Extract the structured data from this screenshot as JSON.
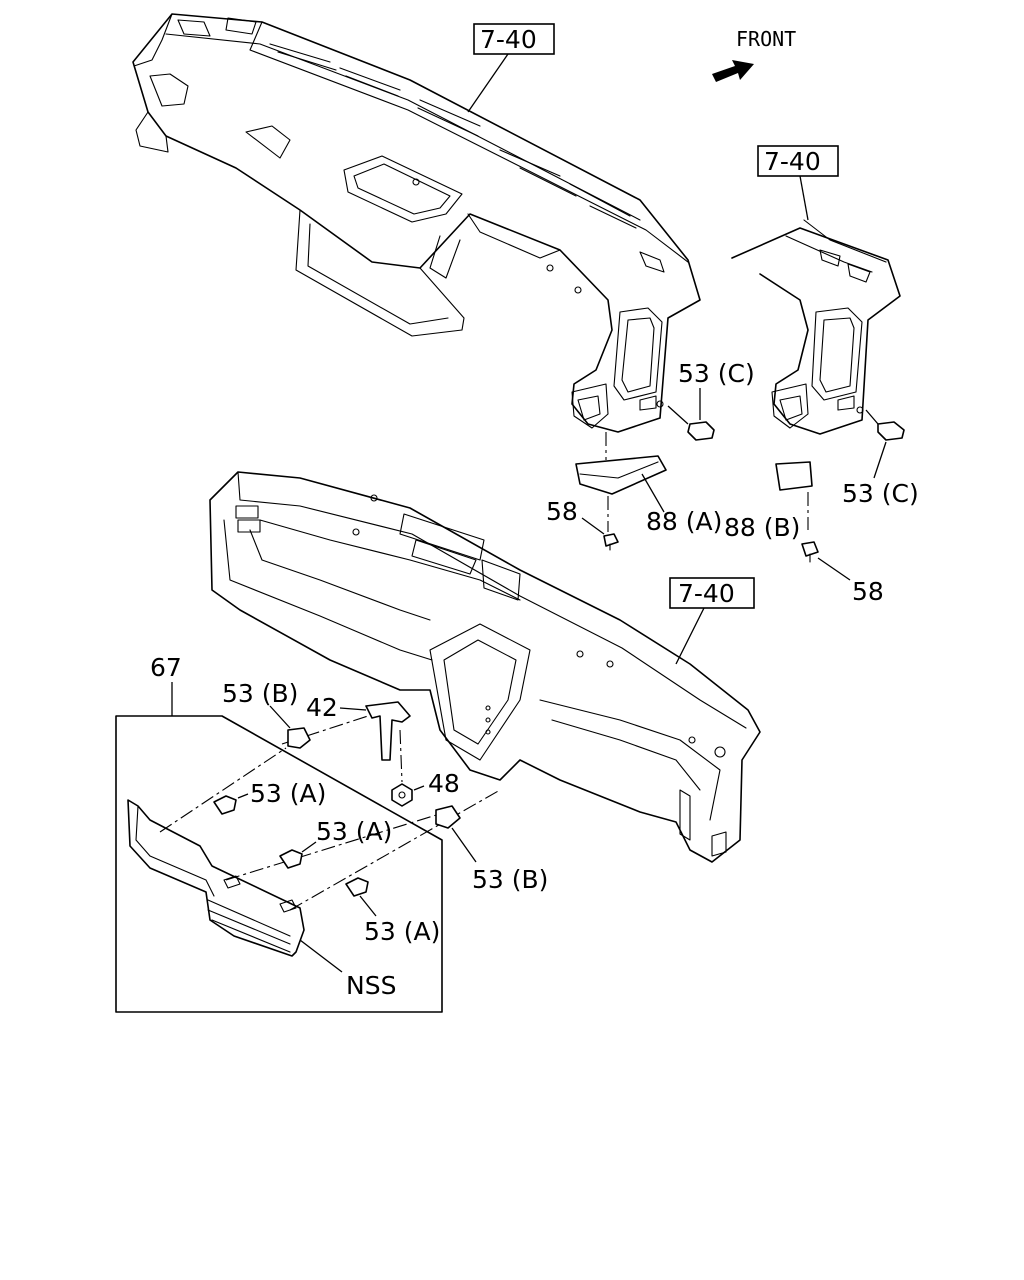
{
  "orientation": {
    "label": "FRONT"
  },
  "references": {
    "upper_dash": "7-40",
    "side_dash": "7-40",
    "frame": "7-40"
  },
  "callouts": {
    "p53c_upper": "53 (C)",
    "p53c_lower": "53 (C)",
    "p58_left": "58",
    "p58_right": "58",
    "p88a": "88 (A)",
    "p88b": "88 (B)",
    "p67": "67",
    "p53b_upper": "53 (B)",
    "p53b_lower": "53 (B)",
    "p42": "42",
    "p48": "48",
    "p53a_1": "53 (A)",
    "p53a_2": "53 (A)",
    "p53a_3": "53 (A)",
    "nss": "NSS"
  },
  "icons": {
    "front_arrow": "arrow-right-icon"
  }
}
